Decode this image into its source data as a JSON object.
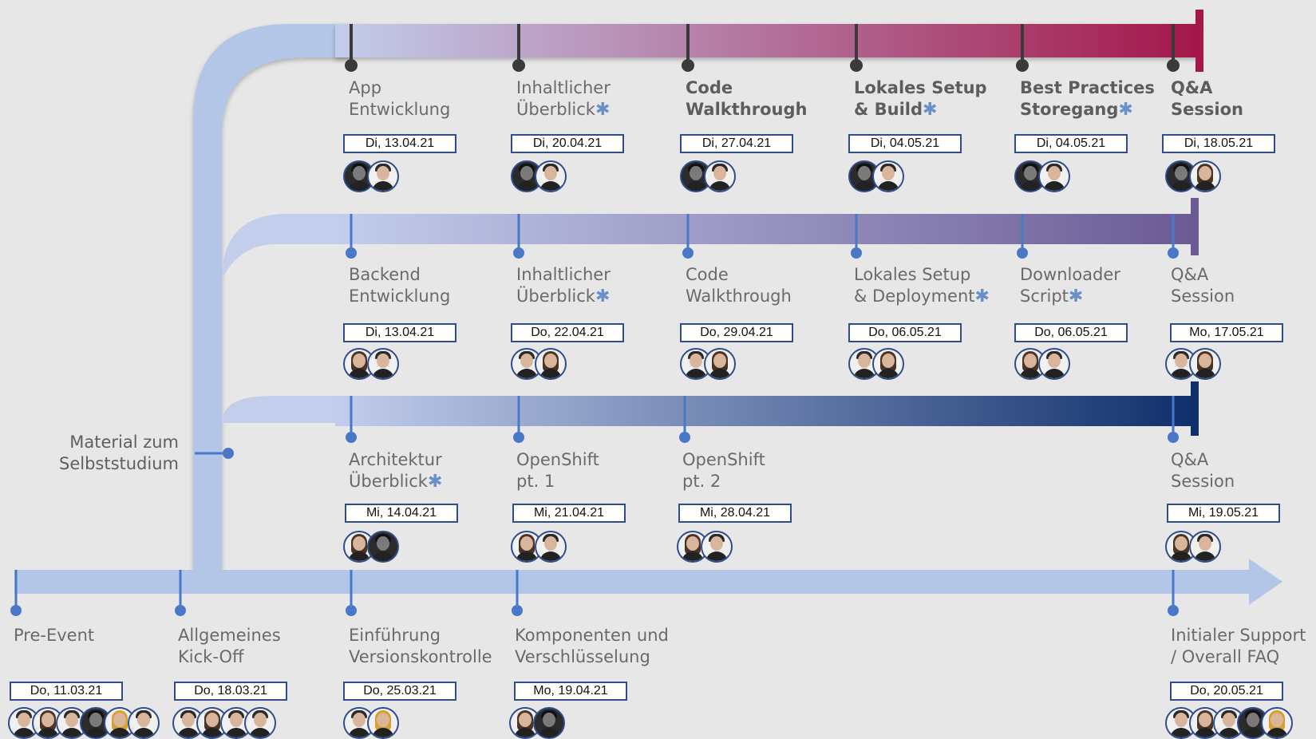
{
  "colors": {
    "background": "#e7e7e7",
    "base_track": "#b3c6e7",
    "track_top_start": "#c3cdec",
    "track_top_end": "#a3174a",
    "track_mid_start": "#c3cdec",
    "track_mid_end": "#6b5a94",
    "track_low_start": "#c3cdec",
    "track_low_end": "#0f2f6b",
    "marker_dark": "#3a3a3a",
    "marker_blue": "#4a78c8",
    "date_border": "#2f4c8c",
    "asterisk": "#6b8fc8"
  },
  "side_label": [
    "Material zum",
    "Selbststudium"
  ],
  "tracks": {
    "top": {
      "items": [
        {
          "title": [
            "App",
            "Entwicklung"
          ],
          "asterisk": false,
          "bold": false,
          "date": "Di, 13.04.21",
          "people": [
            "dark",
            "m"
          ]
        },
        {
          "title": [
            "Inhaltlicher",
            "Überblick"
          ],
          "asterisk": true,
          "bold": false,
          "date": "Di, 20.04.21",
          "people": [
            "dark",
            "m"
          ]
        },
        {
          "title": [
            "Code",
            "Walkthrough"
          ],
          "asterisk": false,
          "bold": true,
          "date": "Di, 27.04.21",
          "people": [
            "dark",
            "m"
          ]
        },
        {
          "title": [
            "Lokales Setup",
            "& Build"
          ],
          "asterisk": true,
          "bold": true,
          "date": "Di, 04.05.21",
          "people": [
            "dark",
            "m"
          ]
        },
        {
          "title": [
            "Best Practices",
            "Storegang"
          ],
          "asterisk": true,
          "bold": true,
          "date": "Di, 04.05.21",
          "people": [
            "dark",
            "m"
          ]
        },
        {
          "title": [
            "Q&A",
            "Session"
          ],
          "asterisk": false,
          "bold": true,
          "date": "Di, 18.05.21",
          "people": [
            "dark",
            "f"
          ]
        }
      ]
    },
    "middle": {
      "items": [
        {
          "title": [
            "Backend",
            "Entwicklung"
          ],
          "asterisk": false,
          "bold": false,
          "date": "Di, 13.04.21",
          "people": [
            "f",
            "m"
          ]
        },
        {
          "title": [
            "Inhaltlicher",
            "Überblick"
          ],
          "asterisk": true,
          "bold": false,
          "date": "Do, 22.04.21",
          "people": [
            "m",
            "f"
          ]
        },
        {
          "title": [
            "Code",
            "Walkthrough"
          ],
          "asterisk": false,
          "bold": false,
          "date": "Do, 29.04.21",
          "people": [
            "m",
            "f"
          ]
        },
        {
          "title": [
            "Lokales Setup",
            "& Deployment"
          ],
          "asterisk": true,
          "bold": false,
          "date": "Do, 06.05.21",
          "people": [
            "m",
            "f"
          ]
        },
        {
          "title": [
            "Downloader",
            "Script"
          ],
          "asterisk": true,
          "bold": false,
          "date": "Do, 06.05.21",
          "people": [
            "f",
            "m"
          ]
        },
        {
          "title": [
            "Q&A",
            "Session"
          ],
          "asterisk": false,
          "bold": false,
          "date": "Mo, 17.05.21",
          "people": [
            "m",
            "f"
          ]
        }
      ]
    },
    "lower": {
      "items": [
        {
          "title": [
            "Architektur",
            "Überblick"
          ],
          "asterisk": true,
          "bold": false,
          "date": "Mi, 14.04.21",
          "people": [
            "f",
            "dark"
          ]
        },
        {
          "title": [
            "OpenShift",
            "pt. 1"
          ],
          "asterisk": false,
          "bold": false,
          "date": "Mi, 21.04.21",
          "people": [
            "f",
            "m"
          ]
        },
        {
          "title": [
            "OpenShift",
            "pt. 2"
          ],
          "asterisk": false,
          "bold": false,
          "date": "Mi, 28.04.21",
          "people": [
            "f",
            "m"
          ]
        },
        {
          "title": [
            "Q&A",
            "Session"
          ],
          "asterisk": false,
          "bold": false,
          "date": "Mi, 19.05.21",
          "people": [
            "f",
            "m"
          ]
        }
      ]
    },
    "base": {
      "items": [
        {
          "title": [
            "Pre-Event",
            ""
          ],
          "asterisk": false,
          "bold": false,
          "date": "Do, 11.03.21",
          "people": [
            "m",
            "f",
            "m",
            "dark",
            "blond",
            "m"
          ]
        },
        {
          "title": [
            "Allgemeines",
            "Kick-Off"
          ],
          "asterisk": false,
          "bold": false,
          "date": "Do, 18.03.21",
          "people": [
            "m",
            "f",
            "m",
            "m"
          ]
        },
        {
          "title": [
            "Einführung",
            "Versionskontrolle"
          ],
          "asterisk": false,
          "bold": false,
          "date": "Do, 25.03.21",
          "people": [
            "m",
            "blond"
          ]
        },
        {
          "title": [
            "Komponenten und",
            "Verschlüsselung"
          ],
          "asterisk": false,
          "bold": false,
          "date": "Mo, 19.04.21",
          "people": [
            "f",
            "dark"
          ]
        },
        {
          "title": [
            "Initialer Support",
            "/ Overall FAQ"
          ],
          "asterisk": false,
          "bold": false,
          "date": "Do, 20.05.21",
          "people": [
            "m",
            "f",
            "m",
            "dark",
            "blond"
          ]
        }
      ]
    }
  }
}
